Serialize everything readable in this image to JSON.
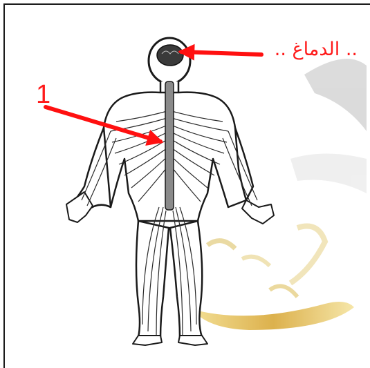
{
  "labels": {
    "brain": ".. الدماغ ..",
    "one": "1"
  },
  "colors": {
    "label": "#ff1a1a",
    "arrow": "#ff1010",
    "outline": "#1a1a1a",
    "spine": "#8a8a8a",
    "watermark_gray": "#d8d8d8",
    "watermark_gold": "#d9b84a"
  },
  "icons": {
    "brain_arrow": "red-arrow-left",
    "one_arrow": "red-arrow-down-right",
    "figure": "nervous-system-figure"
  }
}
